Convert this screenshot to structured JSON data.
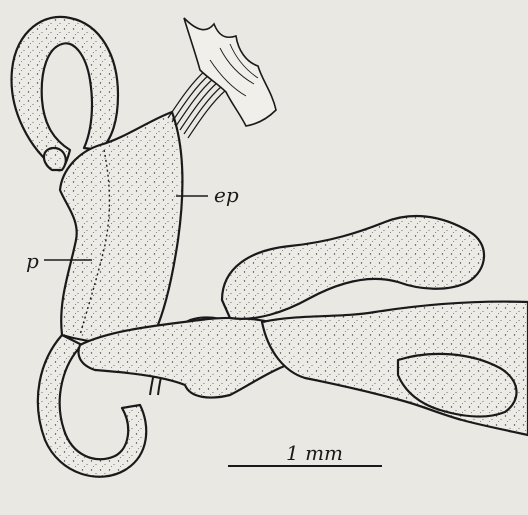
{
  "figure": {
    "labels": {
      "epiphallus": "ep",
      "penis": "p"
    },
    "scale_bar": {
      "label": "1 mm"
    },
    "colors": {
      "background": "#e9e8e3",
      "ink": "#1a1a1a"
    }
  }
}
